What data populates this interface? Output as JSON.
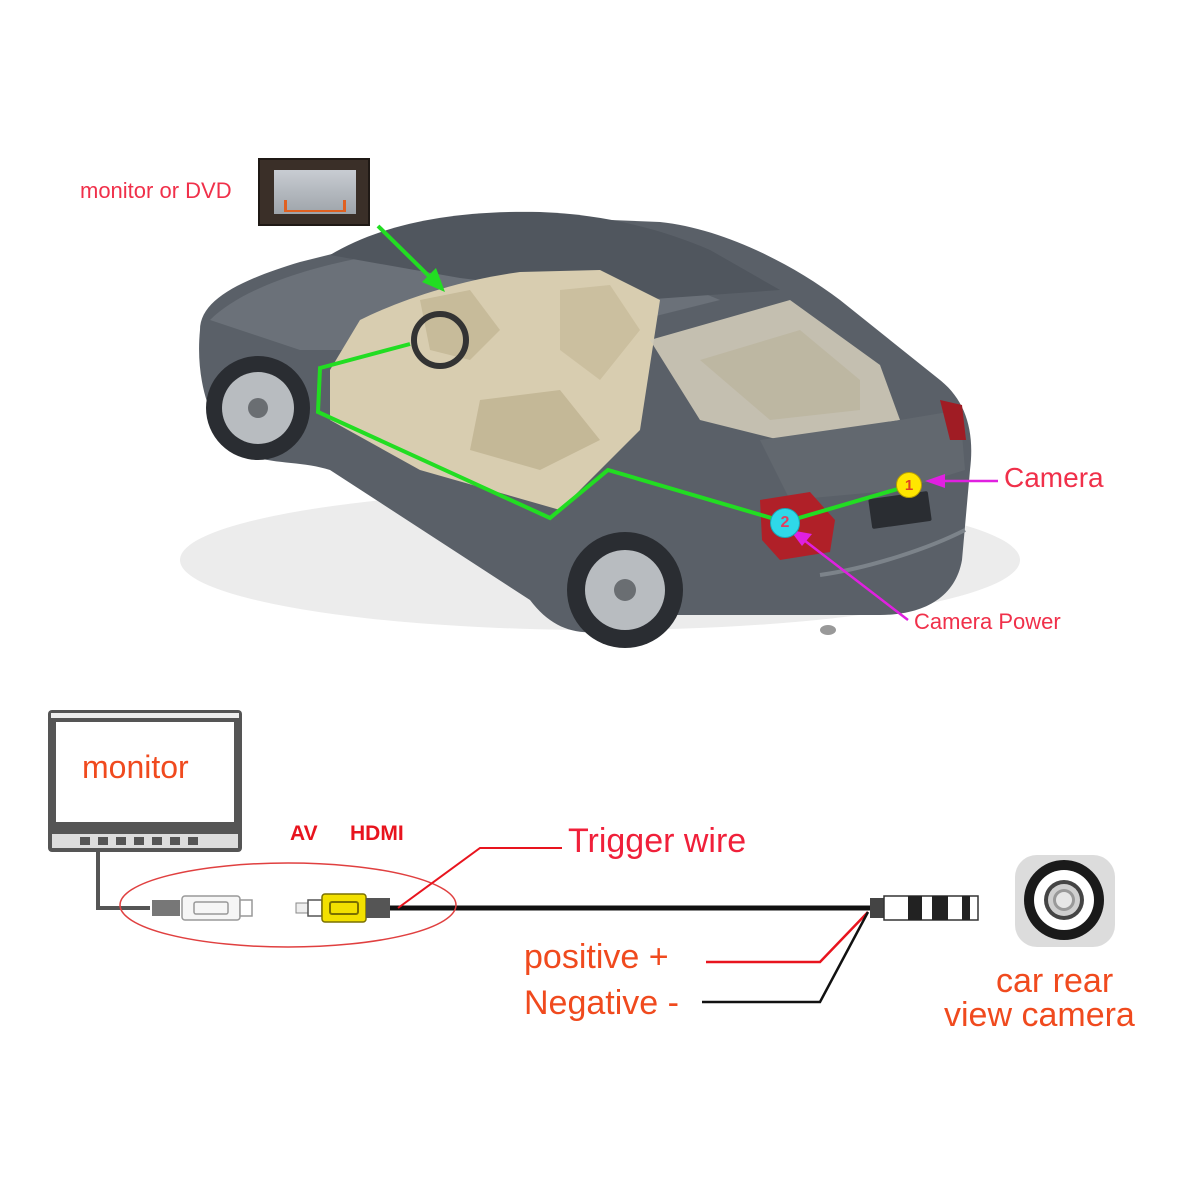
{
  "top_diagram": {
    "labels": {
      "monitor_dvd": "monitor or DVD",
      "camera": "Camera",
      "camera_power": "Camera Power"
    },
    "markers": [
      {
        "number": "1",
        "color": "#ffe600",
        "meaning": "Camera"
      },
      {
        "number": "2",
        "color": "#2fd8e8",
        "meaning": "Camera Power"
      }
    ],
    "colors": {
      "route_line": "#22dd22",
      "pointer_arrow": "#e020e0",
      "label_text": "#f0304a",
      "car_body": "#5a6068",
      "interior": "#d8cdb0"
    }
  },
  "bottom_diagram": {
    "labels": {
      "monitor": "monitor",
      "av": "AV",
      "hdmi": "HDMI",
      "trigger_wire": "Trigger wire",
      "positive": "positive +",
      "negative": "Negative -",
      "camera_line1": "car rear",
      "camera_line2": "view camera"
    },
    "colors": {
      "label_text": "#f04a1e",
      "connector_label": "#e8141e",
      "rca_plug": "#f2e000",
      "trigger_line": "#e8141e",
      "ellipse": "#e04040",
      "cable": "#111111"
    }
  }
}
